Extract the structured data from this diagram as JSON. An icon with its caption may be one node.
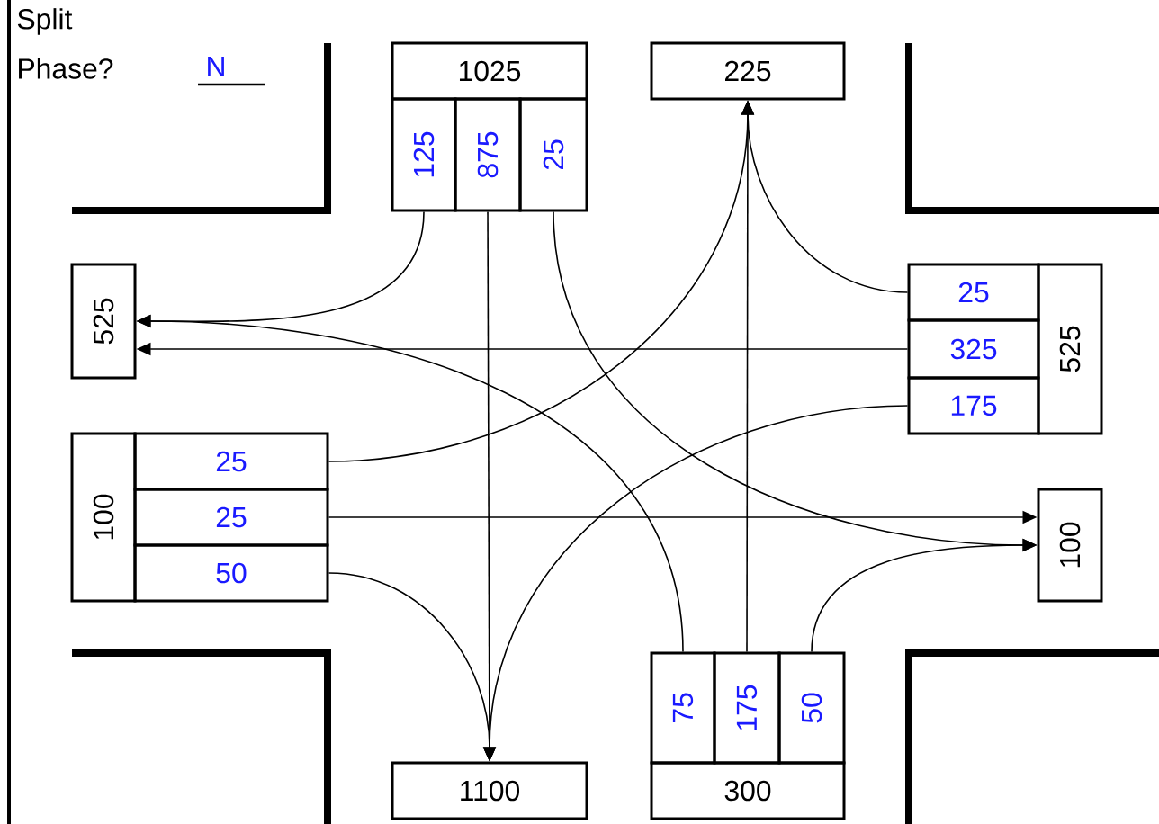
{
  "diagram": {
    "nodes": [
      {
        "text": [
          "1025"
        ]
      },
      {
        "text": [
          "125"
        ]
      },
      {
        "text": [
          "875"
        ]
      },
      {
        "text": [
          "25"
        ]
      },
      {
        "text": [
          "225"
        ]
      },
      {
        "text": [
          "525"
        ]
      },
      {
        "text": [
          "25"
        ]
      },
      {
        "text": [
          "325"
        ]
      },
      {
        "text": [
          "175"
        ]
      },
      {
        "text": [
          "525"
        ]
      },
      {
        "text": [
          "100"
        ]
      },
      {
        "text": [
          "25"
        ]
      },
      {
        "text": [
          "25"
        ]
      },
      {
        "text": [
          "50"
        ]
      },
      {
        "text": [
          "100"
        ]
      },
      {
        "text": [
          "75"
        ]
      },
      {
        "text": [
          "175"
        ]
      },
      {
        "text": [
          "50"
        ]
      },
      {
        "text": [
          "300"
        ]
      },
      {
        "text": [
          "1100"
        ]
      }
    ],
    "edges": [
      {
        "from": 1,
        "to": 5,
        "arrow": "to"
      },
      {
        "from": 2,
        "to": 19,
        "arrow": "to"
      },
      {
        "from": 3,
        "to": 14,
        "arrow": "to"
      },
      {
        "from": 6,
        "to": 4,
        "arrow": "to"
      },
      {
        "from": 7,
        "to": 5,
        "arrow": "to"
      },
      {
        "from": 8,
        "to": 19,
        "arrow": "to"
      },
      {
        "from": 11,
        "to": 4,
        "arrow": "to"
      },
      {
        "from": 12,
        "to": 14,
        "arrow": "to"
      },
      {
        "from": 13,
        "to": 19,
        "arrow": "to"
      },
      {
        "from": 15,
        "to": 5,
        "arrow": "to"
      },
      {
        "from": 16,
        "to": 4,
        "arrow": "to"
      },
      {
        "from": 17,
        "to": 14,
        "arrow": "to"
      }
    ],
    "labels": [
      "Split",
      "Phase?",
      "N"
    ]
  }
}
